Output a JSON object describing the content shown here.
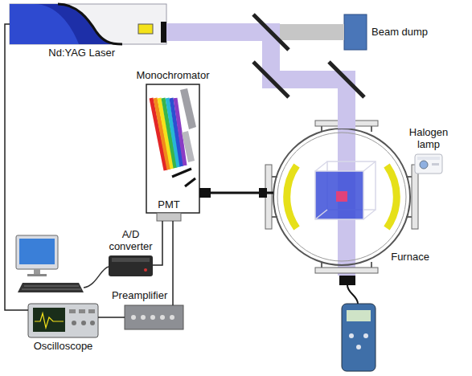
{
  "diagram": {
    "nodes": [
      {
        "text": [
          "Nd:YAG Laser"
        ]
      },
      {
        "text": [
          "Beam dump"
        ]
      },
      {
        "text": [
          "Monochromator"
        ]
      },
      {
        "text": [
          "PMT"
        ]
      },
      {
        "text": [
          "Furnace"
        ]
      },
      {
        "text": [
          "Halogen lamp"
        ]
      },
      {
        "text": [
          "A/D converter"
        ]
      },
      {
        "text": [
          "Preamplifier"
        ]
      },
      {
        "text": [
          "Oscilloscope"
        ]
      }
    ],
    "edges": [
      {
        "from": 0,
        "to": 1,
        "arrow": "none"
      },
      {
        "from": 0,
        "to": 4,
        "arrow": "none"
      },
      {
        "from": 4,
        "to": 2,
        "arrow": "none"
      },
      {
        "from": 0,
        "to": 8,
        "arrow": "none"
      },
      {
        "from": 8,
        "to": 7,
        "arrow": "none"
      },
      {
        "from": 7,
        "to": 3,
        "arrow": "none"
      },
      {
        "from": 6,
        "to": 3,
        "arrow": "none"
      }
    ]
  }
}
